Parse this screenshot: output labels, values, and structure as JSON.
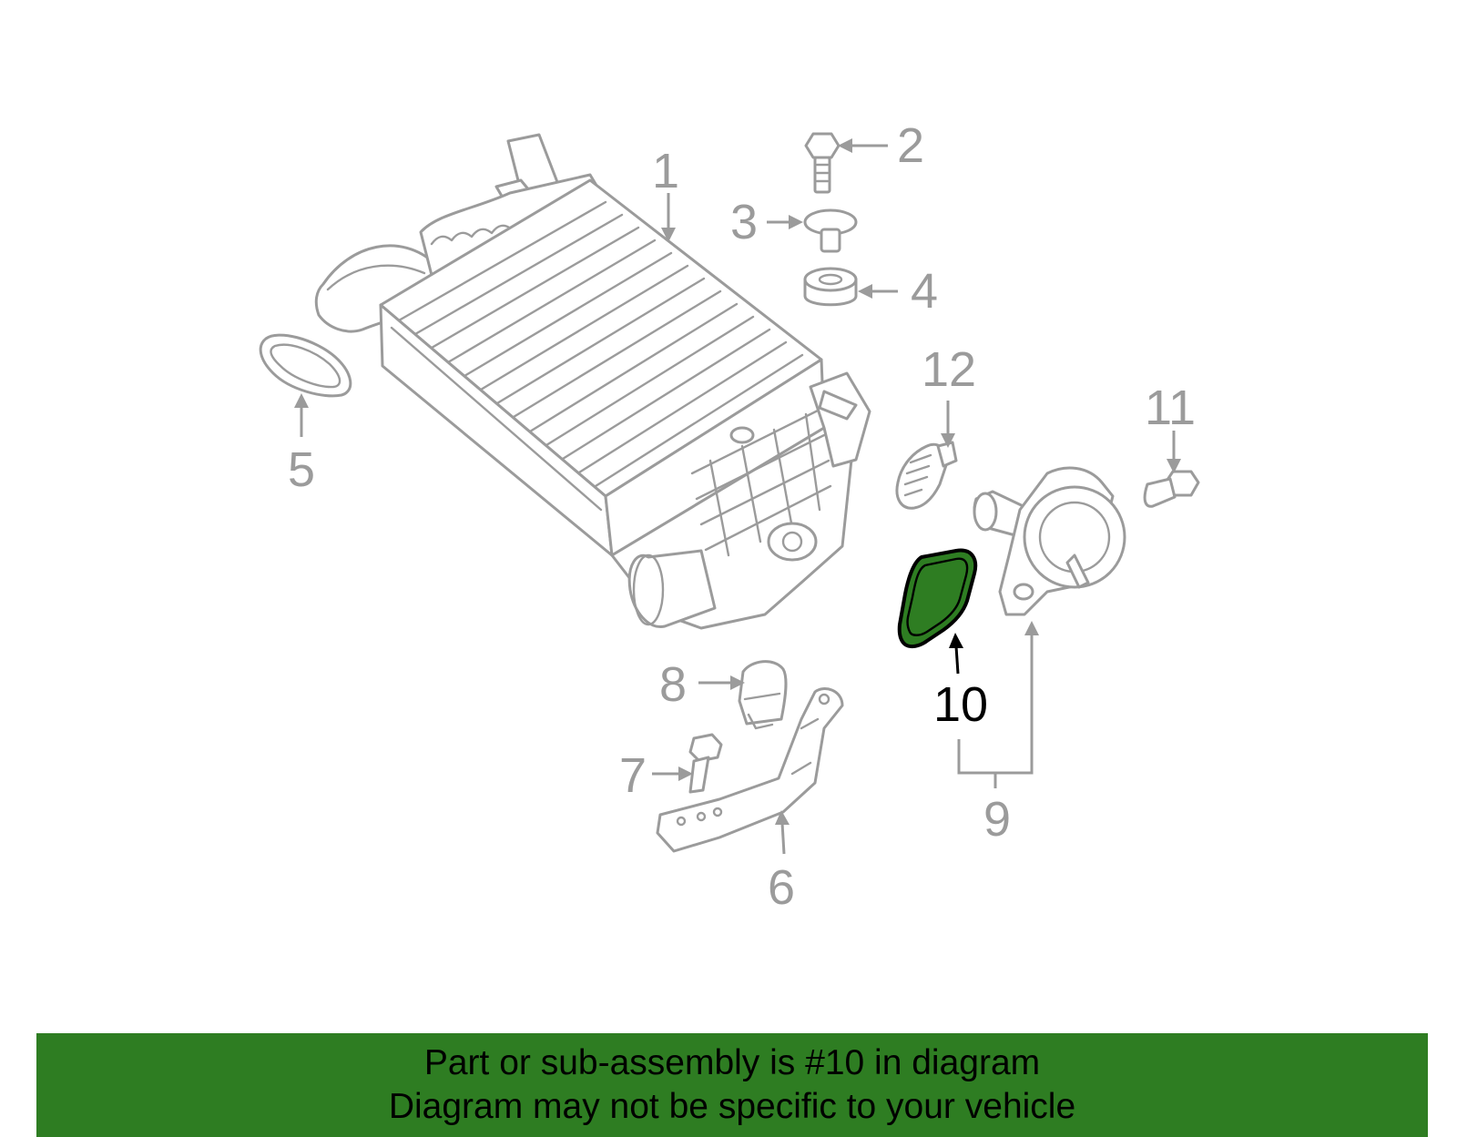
{
  "callouts": {
    "c1": "1",
    "c2": "2",
    "c3": "3",
    "c4": "4",
    "c5": "5",
    "c6": "6",
    "c7": "7",
    "c8": "8",
    "c9": "9",
    "c10": "10",
    "c11": "11",
    "c12": "12"
  },
  "highlight": {
    "part_number": "10",
    "color": "#2e7d22"
  },
  "banner": {
    "line1": "Part or sub-assembly is #10 in diagram",
    "line2": "Diagram may not be specific to your vehicle",
    "background": "#2e7d22"
  }
}
